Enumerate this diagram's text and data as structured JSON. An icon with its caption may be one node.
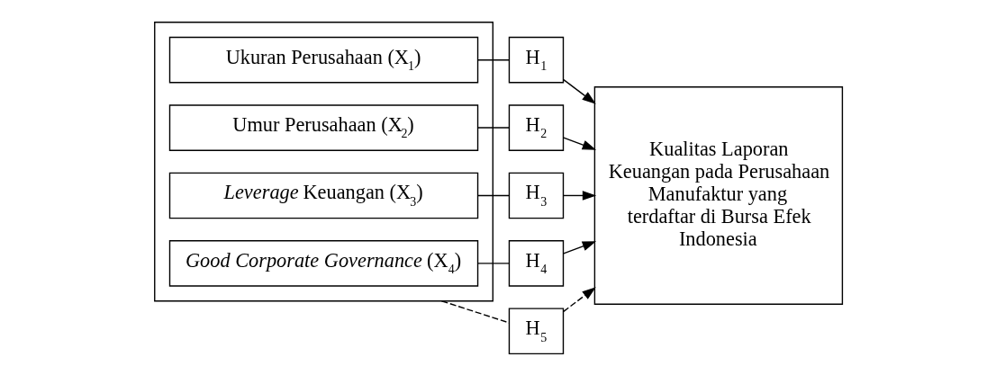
{
  "diagram": {
    "nodes": [
      {
        "text": [],
        "shape": "box"
      },
      {
        "text": [
          "Ukuran Perusahaan (X$_{1}$)"
        ],
        "in": 0
      },
      {
        "text": [
          "Umur Perusahaan (X$_{2}$)"
        ],
        "in": 0
      },
      {
        "text": [
          "*Leverage* Keuangan (X$_{3}$)"
        ],
        "in": 0
      },
      {
        "text": [
          "*Good Corporate Governance* (X$_{4}$)"
        ],
        "in": 0
      },
      {
        "text": [
          "H$_{1}$"
        ]
      },
      {
        "text": [
          "H$_{2}$"
        ]
      },
      {
        "text": [
          "H$_{3}$"
        ]
      },
      {
        "text": [
          "H$_{4}$"
        ]
      },
      {
        "text": [
          "Kualitas Laporan Keuangan pada Perusahaan Manufaktur yang terdaftar di Bursa Efek Indonesia"
        ]
      },
      {
        "text": [
          "H$_{5}$"
        ]
      }
    ],
    "edges": [
      {
        "from": 1,
        "to": 5,
        "arrow": "none"
      },
      {
        "from": 5,
        "to": 9,
        "arrow": "to"
      },
      {
        "from": 2,
        "to": 6,
        "arrow": "none"
      },
      {
        "from": 6,
        "to": 9,
        "arrow": "to"
      },
      {
        "from": 3,
        "to": 7,
        "arrow": "none"
      },
      {
        "from": 7,
        "to": 9,
        "arrow": "to"
      },
      {
        "from": 4,
        "to": 8,
        "arrow": "none"
      },
      {
        "from": 8,
        "to": 9,
        "arrow": "to"
      },
      {
        "from": 0,
        "to": 10,
        "arrow": "none",
        "style": "dashed"
      },
      {
        "from": 10,
        "to": 9,
        "arrow": "to",
        "style": "dashed"
      }
    ]
  }
}
